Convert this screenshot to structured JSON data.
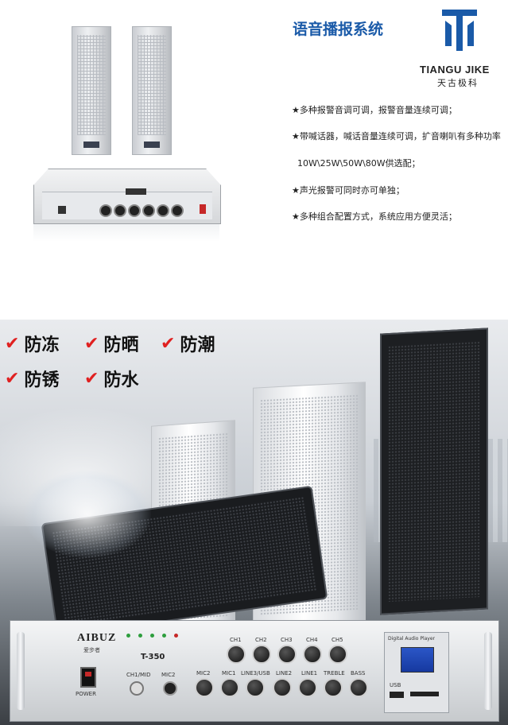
{
  "header": {
    "title": "语音播报系统",
    "brand_name": "TIANGU JIKE",
    "brand_cn": "天古极科",
    "brand_color": "#1a5aa8",
    "title_color": "#1a5aa8"
  },
  "features_text": [
    "★多种报警音调可调，报警音量连续可调；",
    "★带喊话器，喊话音量连续可调，扩音喇叭有多种功率",
    "10W\\25W\\50W\\80W供选配；",
    "★声光报警可同时亦可单独；",
    "★多种组合配置方式，系统应用方便灵活；"
  ],
  "badges": [
    {
      "label": "防冻",
      "icon": "check-icon"
    },
    {
      "label": "防晒",
      "icon": "check-icon"
    },
    {
      "label": "防潮",
      "icon": "check-icon"
    },
    {
      "label": "防锈",
      "icon": "check-icon"
    },
    {
      "label": "防水",
      "icon": "check-icon"
    }
  ],
  "amplifier": {
    "brand": "AIBUZ",
    "brand_cn": "爱步者",
    "model": "T-350",
    "power_label": "POWER",
    "channels": [
      "CH1",
      "CH2",
      "CH3",
      "CH4",
      "CH5"
    ],
    "inputs": [
      "MIC2",
      "MIC1",
      "LINE3/USB",
      "LINE2",
      "LINE1",
      "TREBLE",
      "BASS"
    ],
    "left_inputs": [
      "CH1/MID",
      "MIC2"
    ],
    "usb_label": "USB",
    "display_label": "Digital Audio Player"
  },
  "check_mark": "✔"
}
